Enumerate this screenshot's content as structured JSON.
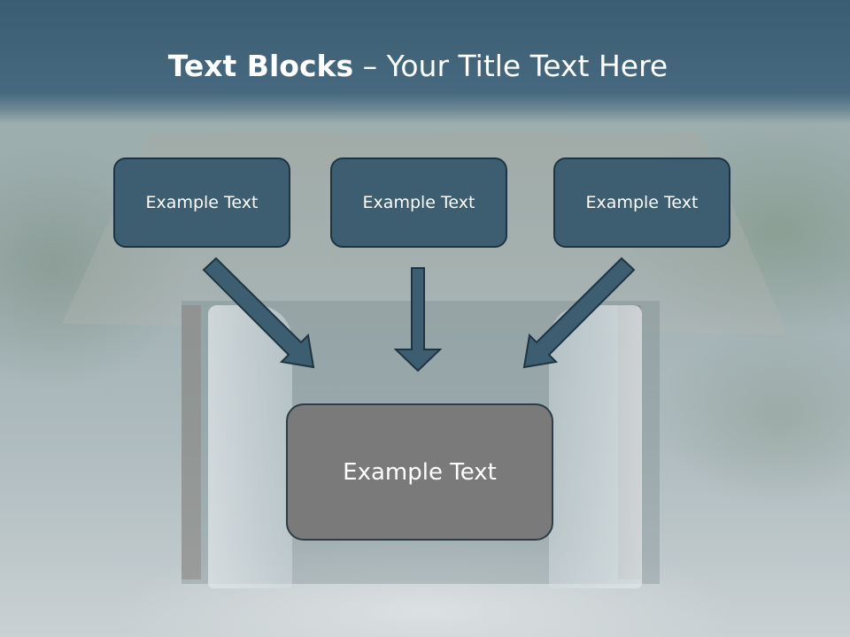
{
  "title": {
    "bold": "Text Blocks",
    "dash": " – ",
    "rest": "Your Title Text Here"
  },
  "blocks": {
    "left": "Example Text",
    "center": "Example Text",
    "right": "Example Text"
  },
  "result": {
    "label": "Example Text"
  },
  "colors": {
    "title_band": "#46697f",
    "block_fill": "#3d5e70",
    "result_fill": "#7a7a7a",
    "arrow_fill": "#3d5e70"
  }
}
